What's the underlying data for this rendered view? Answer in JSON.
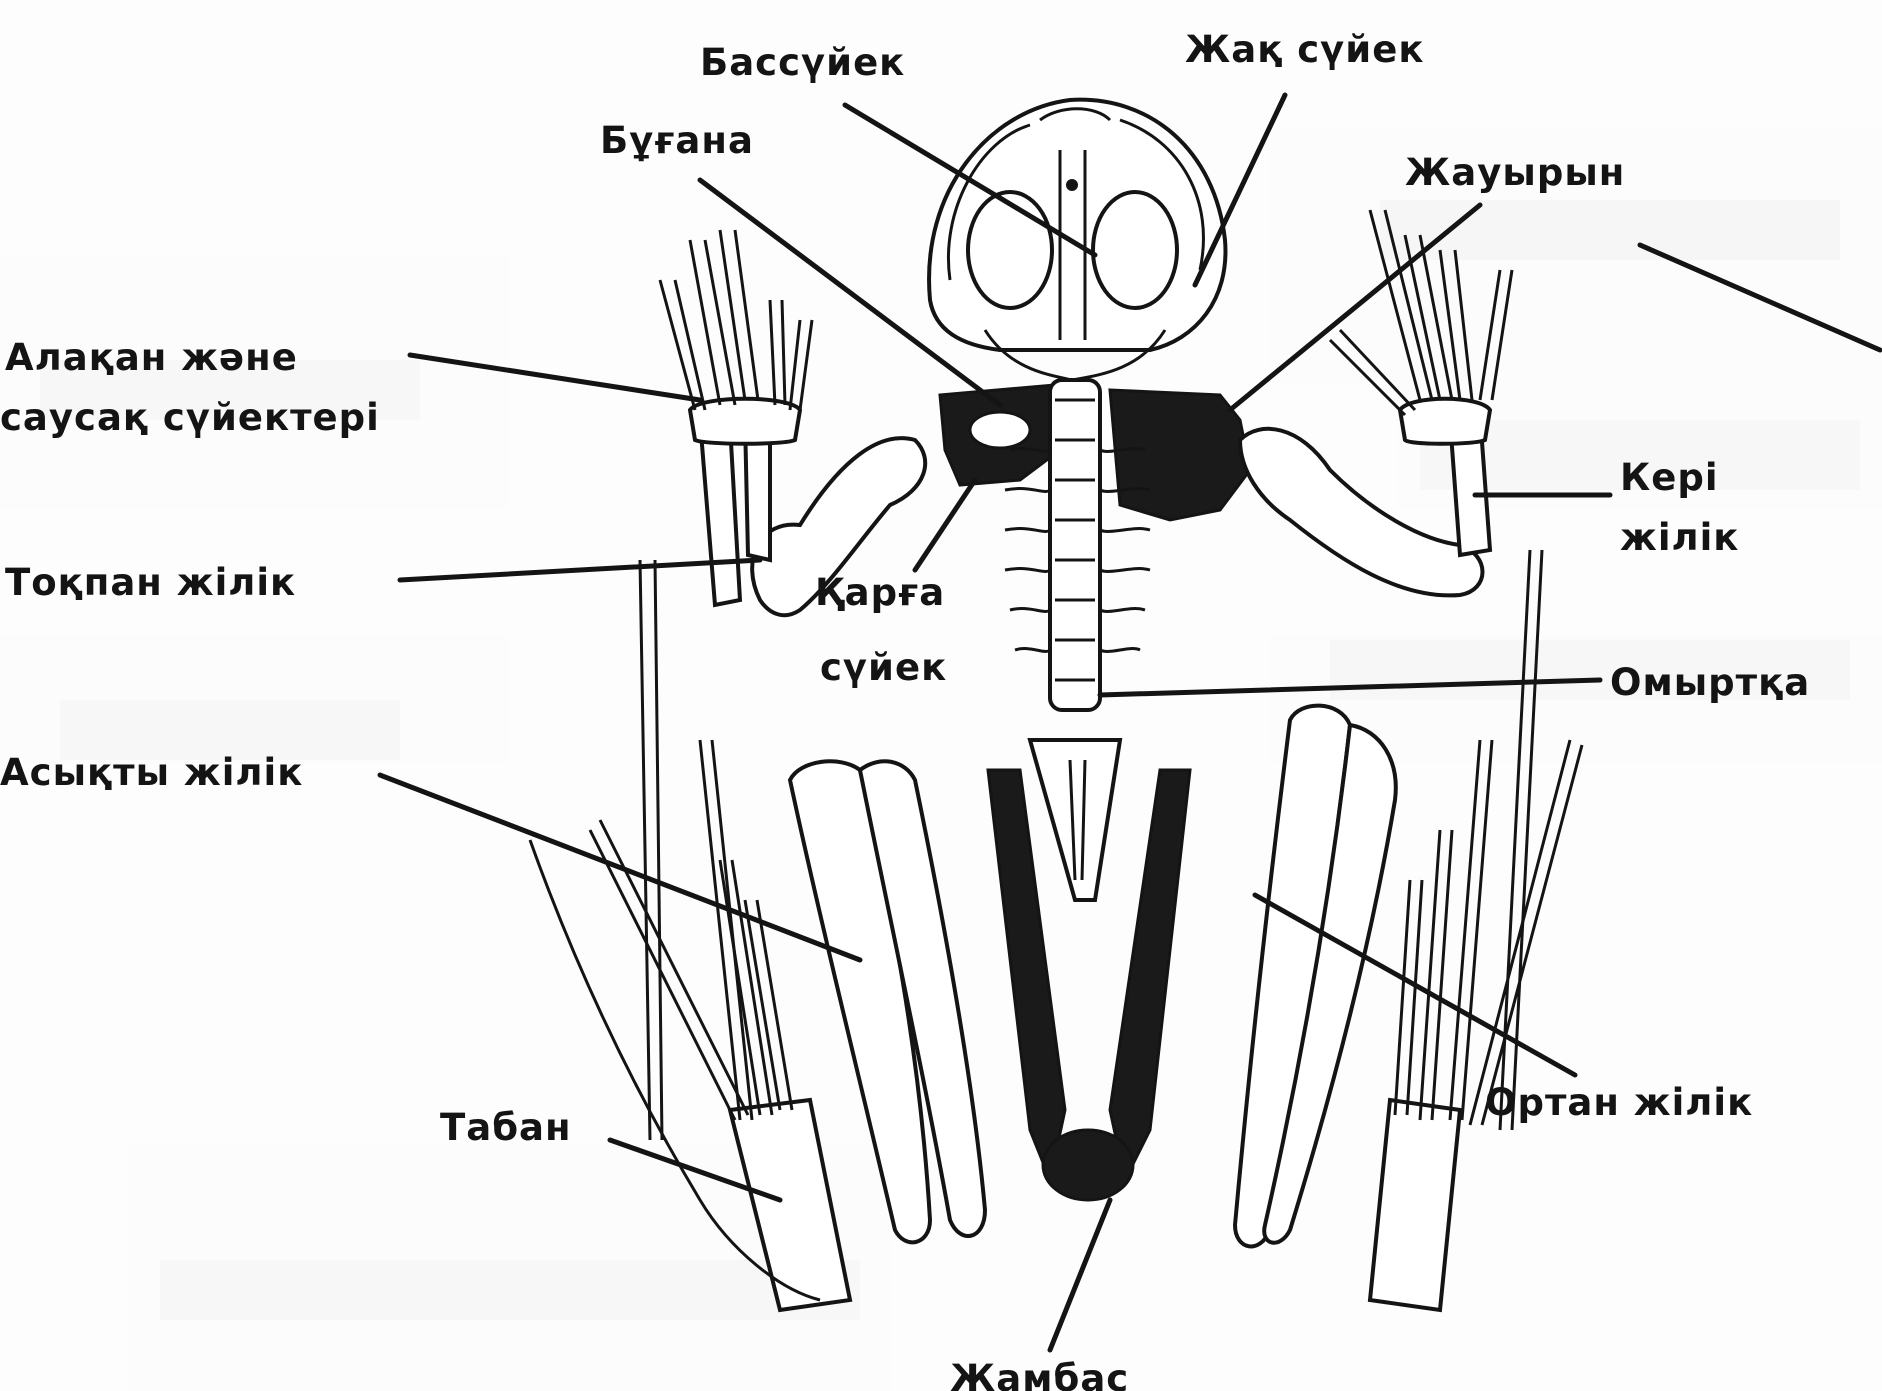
{
  "labels": {
    "skull": "Бассүйек",
    "jaw_bone": "Жақ сүйек",
    "clavicle": "Бұғана",
    "scapula": "Жауырын",
    "hand_line1": "Алақан және",
    "hand_line2": "саусақ сүйектері",
    "radius_line1": "Кері",
    "radius_line2": "жілік",
    "humerus": "Тоқпан жілік",
    "coracoid_line1": "Қарға",
    "coracoid_line2": "сүйек",
    "vertebra": "Омыртқа",
    "tibia": "Асықты жілік",
    "femur": "Ортан жілік",
    "foot": "Табан",
    "pelvis": "Жамбас"
  },
  "colors": {
    "ink": "#141414",
    "paper": "#ffffff",
    "dark_bone": "#1a1a1a"
  }
}
